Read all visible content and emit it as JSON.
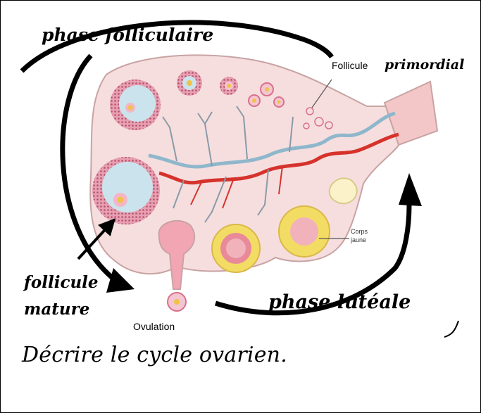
{
  "labels": {
    "phase_folliculaire": "phase folliculaire",
    "follicule_word": "Follicule",
    "primordial_word": "primordial",
    "follicule_mature_line1": "follicule",
    "follicule_mature_line2": "mature",
    "ovulation": "Ovulation",
    "phase_luteale": "phase lutéale",
    "corps_jaune_line1": "Corps",
    "corps_jaune_line2": "jaune"
  },
  "caption": "Décrire le cycle ovarien.",
  "colors": {
    "ovary": "#f6dede",
    "ovary_outline": "#c9a3a3",
    "follicle_pink": "#d9708c",
    "antrum_blue": "#cbe3ec",
    "oocyte": "#f0c24a",
    "artery_red": "#d6322c",
    "vein_blue": "#8fb7cc",
    "corpus_luteum_yellow": "#f3dc63",
    "arrow": "#000000"
  }
}
